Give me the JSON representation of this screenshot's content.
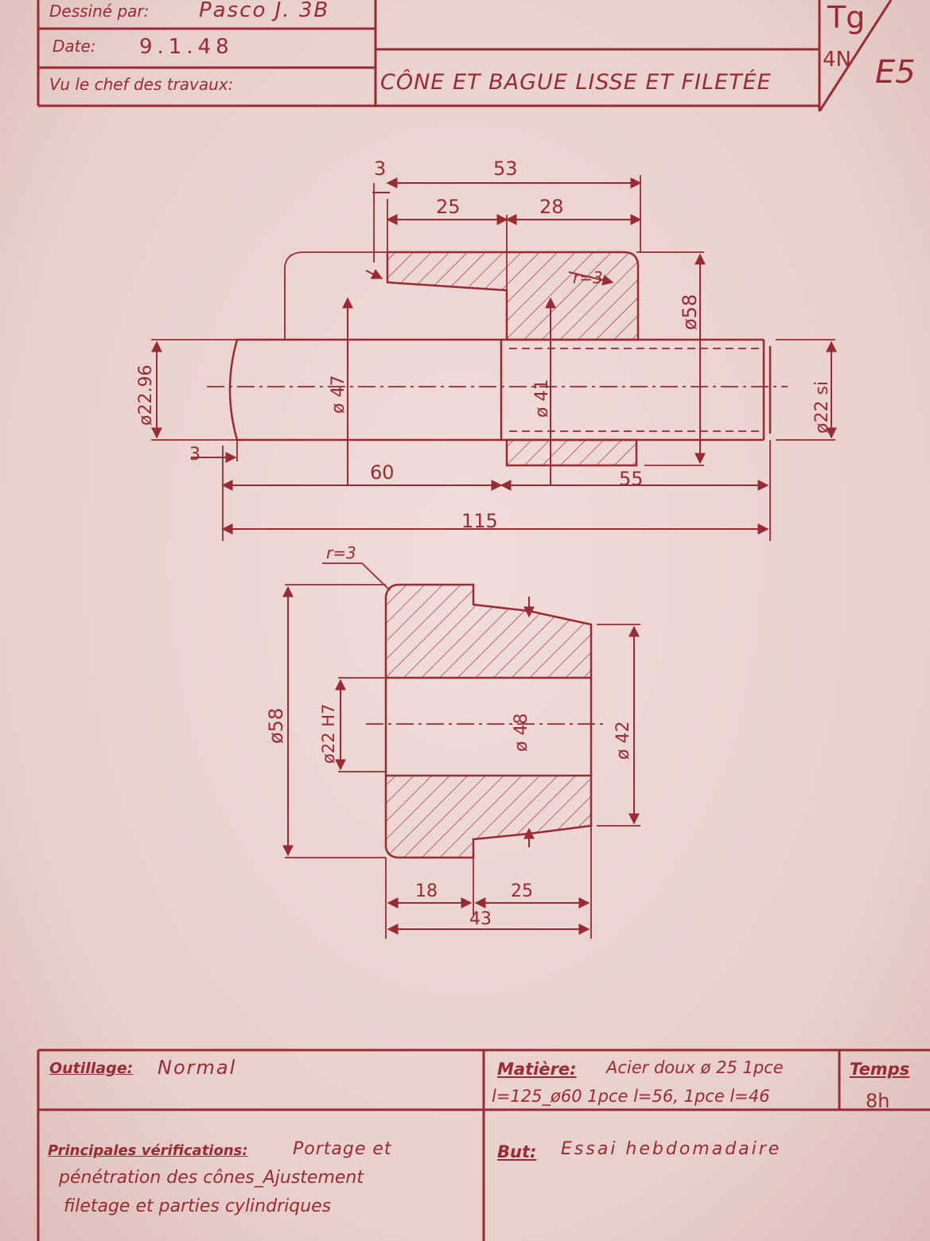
{
  "title_block": {
    "drawn_by_label": "Dessiné par:",
    "drawn_by_value": "Pasco J. 3B",
    "date_label": "Date:",
    "date_value": "9.1.48",
    "approved_label": "Vu le chef des travaux:",
    "title": "CÔNE ET BAGUE LISSE ET FILETÉE",
    "code_top": "Tg",
    "code_left": "4N",
    "code_right": "E5"
  },
  "drawing1": {
    "dims": {
      "d3_top": "3",
      "d53": "53",
      "d25": "25",
      "d28": "28",
      "r3": "r=3",
      "dia58": "ø58",
      "dia2296": "ø22.96",
      "dia47": "ø 47",
      "dia41": "ø 41",
      "dia22si": "ø22 si",
      "d3_bottom": "3",
      "d60": "60",
      "d55": "55",
      "d115": "115"
    }
  },
  "drawing2": {
    "dims": {
      "r3": "r=3",
      "dia58": "ø58",
      "dia22h7": "ø22 H7",
      "dia48": "ø 48",
      "dia42": "ø 42",
      "d18": "18",
      "d25": "25",
      "d43": "43"
    }
  },
  "bottom_block": {
    "tooling_label": "Outillage:",
    "tooling_value": "Normal",
    "material_label": "Matière:",
    "material_line1": "Acier doux ø 25 1pce",
    "material_line2": "l=125_ø60 1pce l=56, 1pce l=46",
    "time_label": "Temps",
    "time_value": "8h",
    "checks_label": "Principales vérifications:",
    "checks_line1": "Portage et",
    "checks_line2": "pénétration des cônes_Ajustement",
    "checks_line3": "filetage et parties cylindriques",
    "goal_label": "But:",
    "goal_value": "Essai hebdomadaire"
  }
}
